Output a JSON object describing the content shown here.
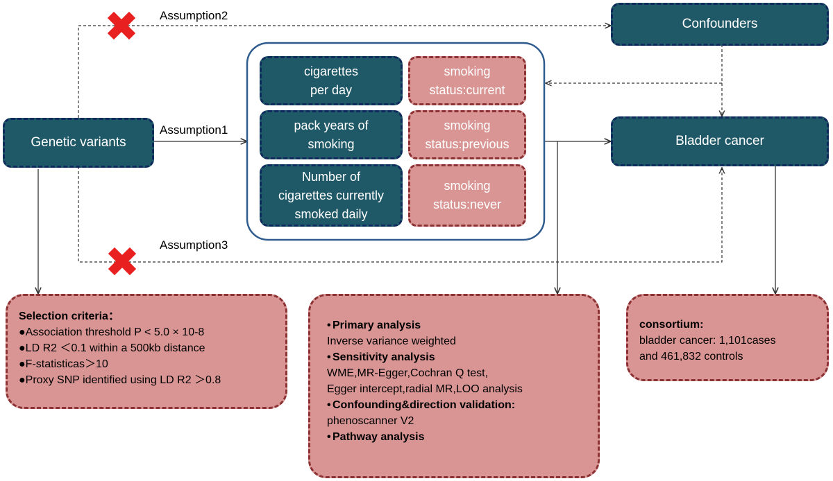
{
  "nodes": {
    "genetic_variants": "Genetic variants",
    "confounders": "Confounders",
    "bladder_cancer": "Bladder cancer",
    "cigarettes_per_day": "cigarettes\nper day",
    "pack_years": "pack years of\nsmoking",
    "cigarettes_daily": "Number of\ncigarettes currently\nsmoked daily",
    "status_current": "smoking\nstatus:current",
    "status_previous": "smoking\nstatus:previous",
    "status_never": "smoking\nstatus:never"
  },
  "edges": {
    "assumption1": "Assumption1",
    "assumption2": "Assumption2",
    "assumption3": "Assumption3"
  },
  "selection": {
    "title": "Selection criteria：",
    "items": [
      "Association threshold P < 5.0 × 10-8",
      "LD  R2 ＜0.1 within a 500kb distance",
      "F-statisticas＞10",
      "Proxy SNP identified using LD  R2 ＞0.8"
    ]
  },
  "analysis": {
    "primary_head": "Primary analysis",
    "primary_text": "Inverse variance weighted",
    "sensitivity_head": "Sensitivity analysis",
    "sensitivity_text1": "WME,MR-Egger,Cochran Q test,",
    "sensitivity_text2": "Egger intercept,radial MR,LOO analysis",
    "confounding_head": "Confounding&direction validation:",
    "confounding_text": "phenoscanner V2",
    "pathway_head": "Pathway analysis"
  },
  "consortium": {
    "title": "consortium:",
    "line1": "bladder cancer: 1,101cases",
    "line2": "and 461,832 controls"
  },
  "colors": {
    "teal": "#1f5866",
    "pink": "#d99593",
    "cross": "#e8201f"
  },
  "icons": {
    "cross": "red-x-icon",
    "bullet": "bullet-icon"
  }
}
